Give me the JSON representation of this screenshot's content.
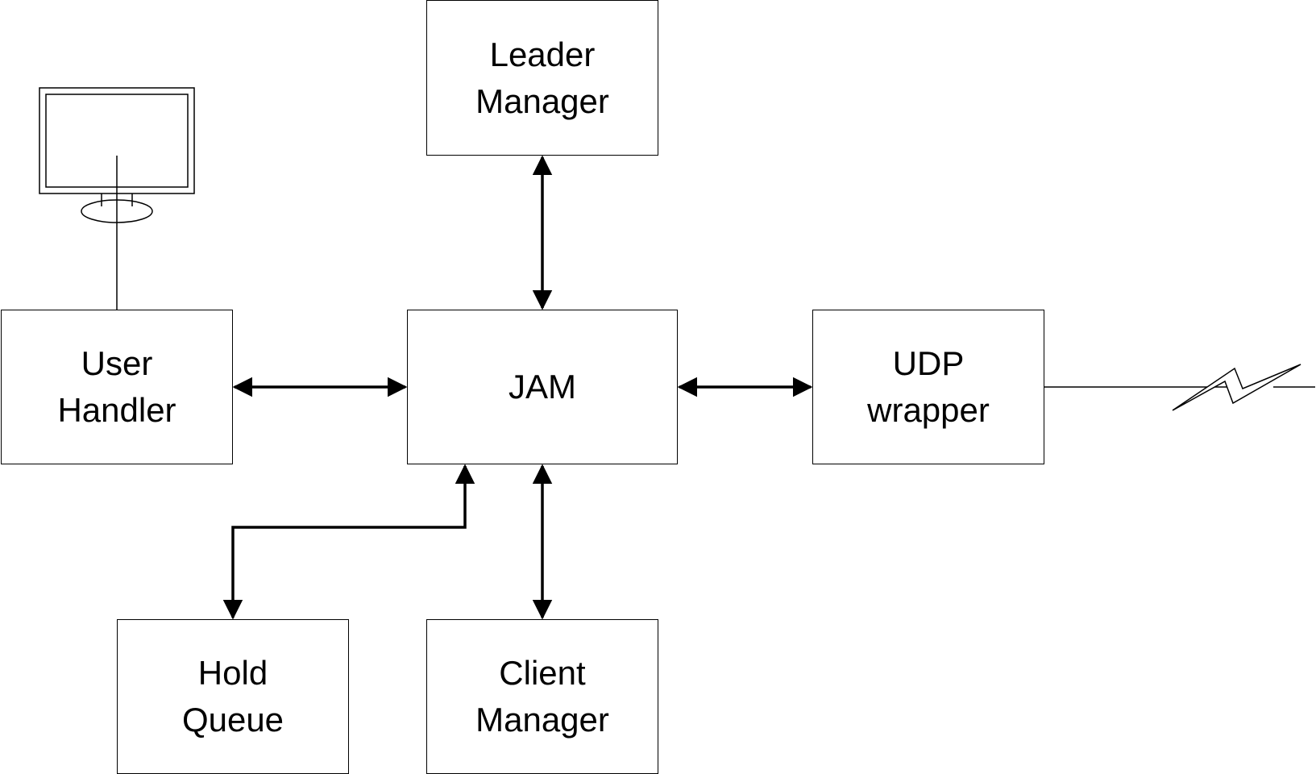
{
  "diagram": {
    "nodes": {
      "leader_manager": {
        "line1": "Leader",
        "line2": "Manager"
      },
      "user_handler": {
        "line1": "User",
        "line2": "Handler"
      },
      "jam": {
        "label": "JAM"
      },
      "udp_wrapper": {
        "line1": "UDP",
        "line2": "wrapper"
      },
      "hold_queue": {
        "line1": "Hold",
        "line2": "Queue"
      },
      "client_manager": {
        "line1": "Client",
        "line2": "Manager"
      }
    },
    "edges": [
      {
        "from": "leader_manager",
        "to": "jam",
        "direction": "both"
      },
      {
        "from": "user_handler",
        "to": "jam",
        "direction": "both"
      },
      {
        "from": "jam",
        "to": "udp_wrapper",
        "direction": "both"
      },
      {
        "from": "jam",
        "to": "hold_queue",
        "direction": "both"
      },
      {
        "from": "jam",
        "to": "client_manager",
        "direction": "both"
      },
      {
        "from": "monitor",
        "to": "user_handler",
        "direction": "none"
      },
      {
        "from": "udp_wrapper",
        "to": "network",
        "direction": "none"
      }
    ],
    "icons": {
      "monitor": "monitor-icon",
      "network": "lightning-link-icon"
    },
    "colors": {
      "stroke": "#000000",
      "background": "#ffffff"
    }
  }
}
